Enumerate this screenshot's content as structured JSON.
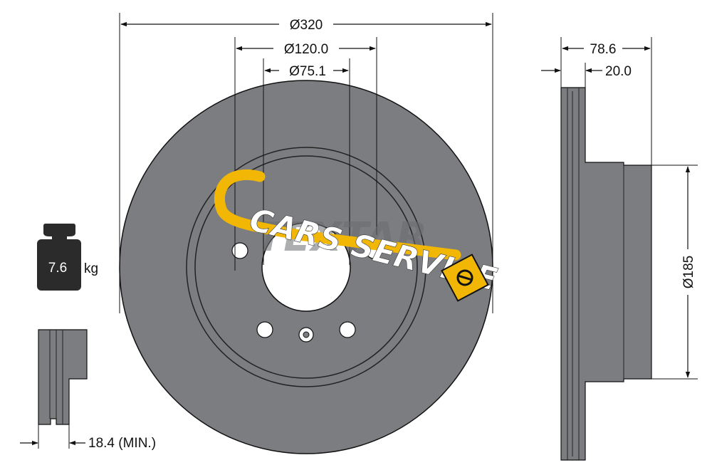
{
  "dimensions": {
    "outer_diameter": "Ø320",
    "bolt_circle": "Ø120.0",
    "center_bore": "Ø75.1",
    "overall_height": "78.6",
    "disc_thickness": "20.0",
    "hat_diameter": "Ø185",
    "min_thickness": "18.4 (MIN.)"
  },
  "weight": {
    "value": "7.6",
    "unit": "kg"
  },
  "watermark": {
    "brand_text": "CARS SERVICE",
    "faint_text": "TEXTAR"
  },
  "colors": {
    "disc": "#7a7c7e",
    "disc_dark": "#55575a",
    "lines": "#111111",
    "logo": "#f2b705"
  }
}
